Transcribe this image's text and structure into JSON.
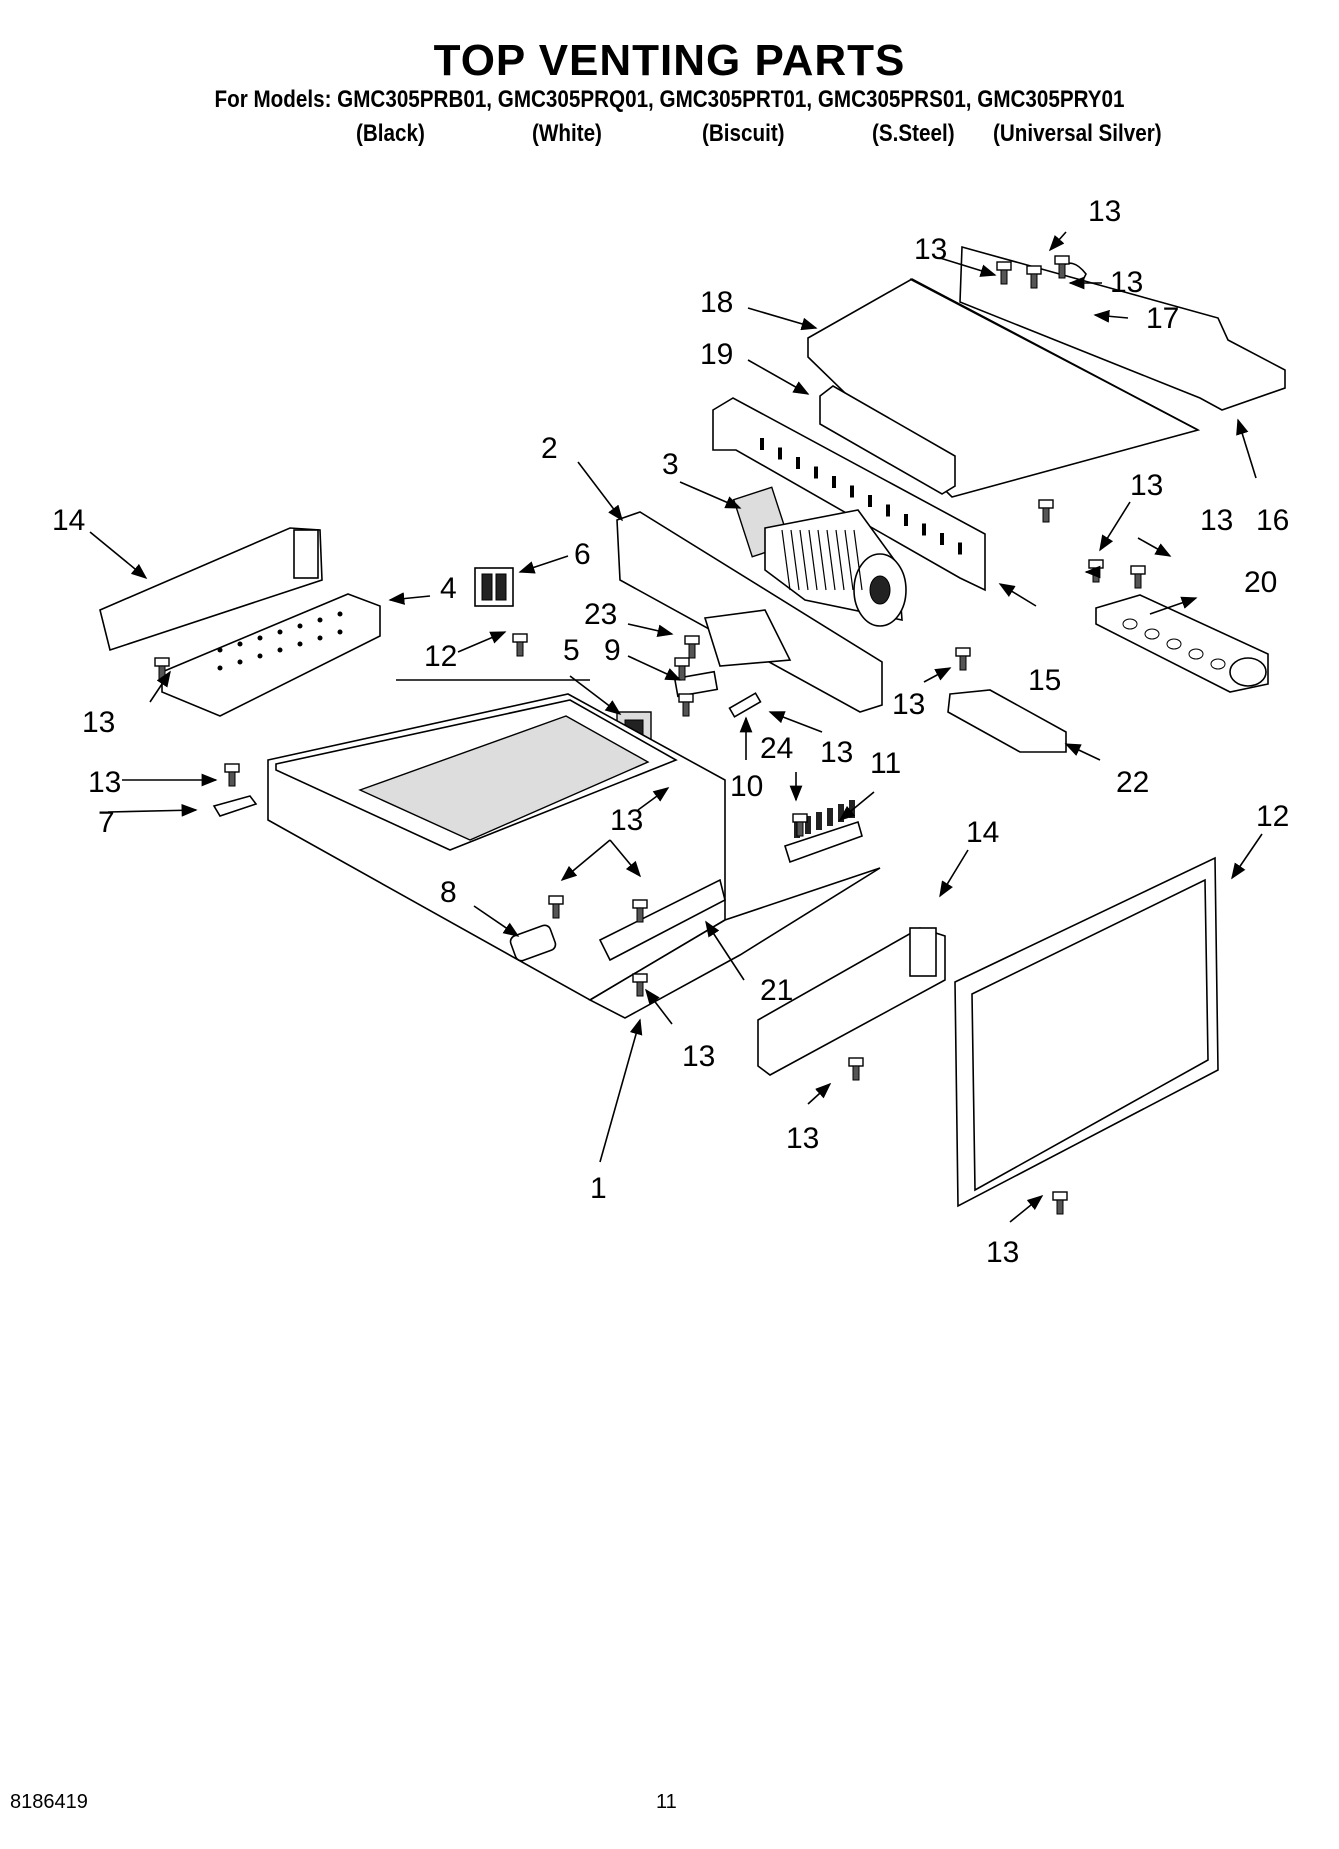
{
  "header": {
    "title": "TOP VENTING PARTS",
    "models": "For Models: GMC305PRB01, GMC305PRQ01, GMC305PRT01, GMC305PRS01, GMC305PRY01",
    "variants": [
      "(Black)",
      "(White)",
      "(Biscuit)",
      "(S.Steel)",
      "(Universal Silver)"
    ]
  },
  "callouts": {
    "c1": "1",
    "c2": "2",
    "c3": "3",
    "c4": "4",
    "c5": "5",
    "c6": "6",
    "c7": "7",
    "c8": "8",
    "c9": "9",
    "c10": "10",
    "c11": "11",
    "c12": "12",
    "c13": "13",
    "c14": "14",
    "c15": "15",
    "c16": "16",
    "c17": "17",
    "c18": "18",
    "c19": "19",
    "c20": "20",
    "c21": "21",
    "c22": "22",
    "c23": "23",
    "c24": "24"
  },
  "footer": {
    "doc_number": "8186419",
    "page_number": "11"
  }
}
